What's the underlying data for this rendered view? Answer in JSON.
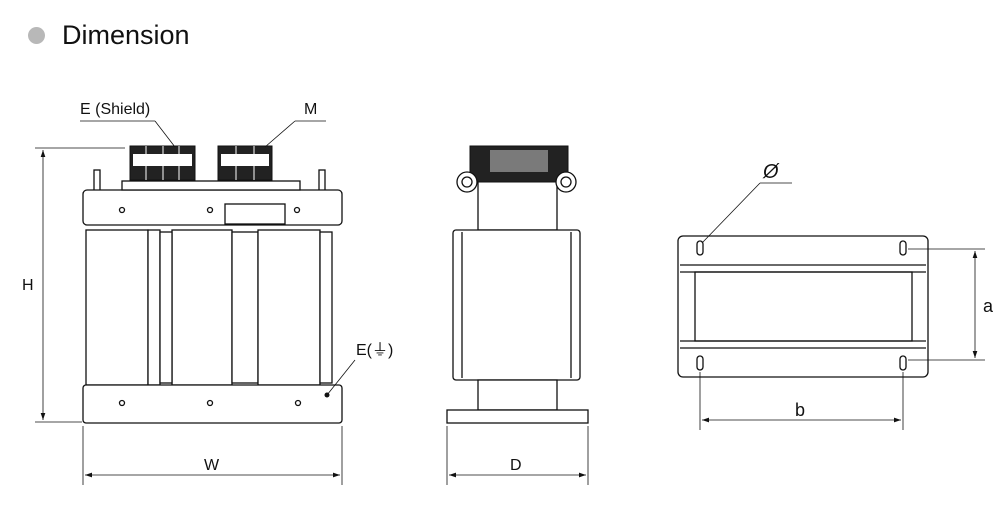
{
  "title": "Dimension",
  "colors": {
    "bullet": "#b8b8b8",
    "line": "#111111"
  },
  "labels": {
    "shield": "E (Shield)",
    "terminal": "M",
    "height": "H",
    "ground": "E(⏚)",
    "width": "W",
    "depth": "D",
    "hole": "Ø",
    "a": "a",
    "b": "b"
  }
}
